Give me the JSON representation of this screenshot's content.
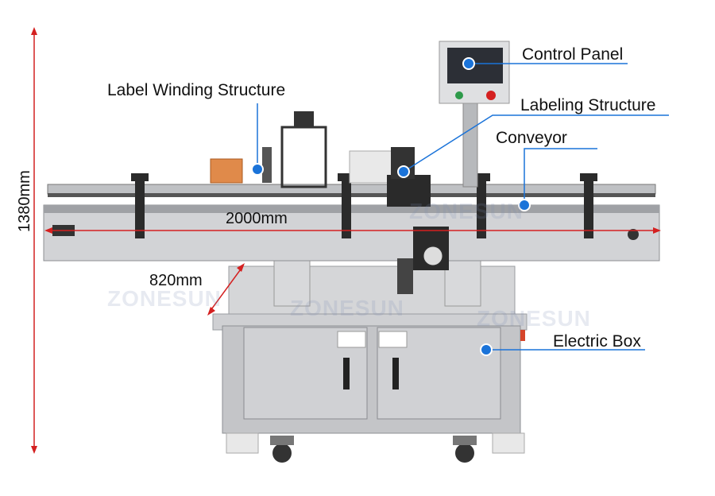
{
  "callouts": {
    "control_panel": "Control Panel",
    "label_winding": "Label Winding Structure",
    "labeling_structure": "Labeling Structure",
    "conveyor": "Conveyor",
    "electric_box": "Electric Box"
  },
  "dimensions": {
    "height": "1380mm",
    "length": "2000mm",
    "depth": "820mm"
  },
  "watermark": "ZONESUN",
  "colors": {
    "callout_line": "#1a73d9",
    "callout_dot": "#1a73d9",
    "dimension_line": "#d42020",
    "steel": "#c9c9cb",
    "steel_dark": "#8d8f93"
  }
}
